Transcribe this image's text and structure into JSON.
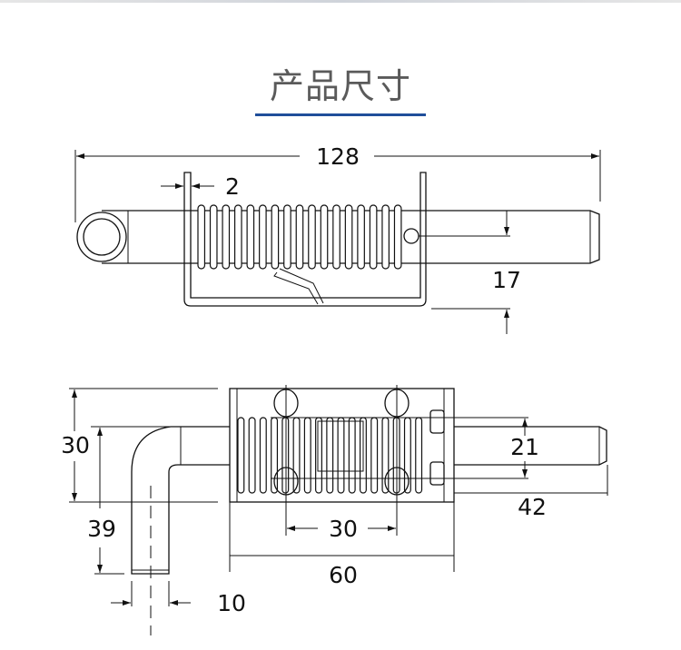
{
  "header": {
    "title": "产品尺寸",
    "accent_color": "#1f4e9a"
  },
  "top_view": {
    "overall_length": "128",
    "bracket_thickness": "2",
    "pin_offset": "17"
  },
  "bottom_view": {
    "body_height": "30",
    "handle_height": "39",
    "handle_diameter": "10",
    "hole_spacing_vertical": "21",
    "hole_spacing_horizontal": "30",
    "body_length": "60",
    "pin_extension": "42"
  }
}
